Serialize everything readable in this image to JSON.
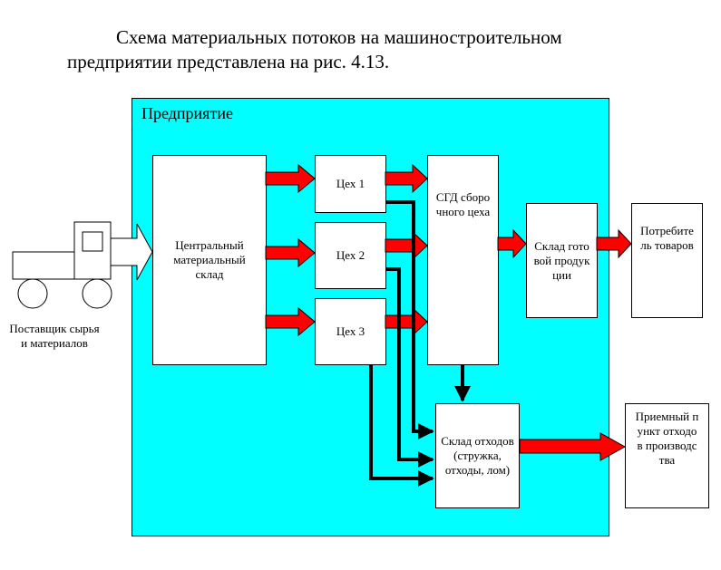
{
  "heading": {
    "line1": "Схема материальных потоков на машиностроительном",
    "line2": "предприятии представлена на рис. 4.13."
  },
  "enterprise": {
    "label": "Предприятие"
  },
  "nodes": {
    "central_warehouse": "Центральный материальный склад",
    "shop1": "Цех 1",
    "shop2": "Цех 2",
    "shop3": "Цех 3",
    "assembly": "СГД сборочного цеха",
    "finished_goods": "Склад готовой продукции",
    "consumer": "Потребитель товаров",
    "waste_warehouse": "Склад отходов (стружка, отходы, лом)",
    "waste_collection": "Приемный пункт отходов производства"
  },
  "supplier": {
    "label": "Поставщик сырья и материалов"
  },
  "colors": {
    "enterprise_bg": "#00ffff",
    "flow_arrow": "#ff0000",
    "waste_line": "#000000"
  }
}
